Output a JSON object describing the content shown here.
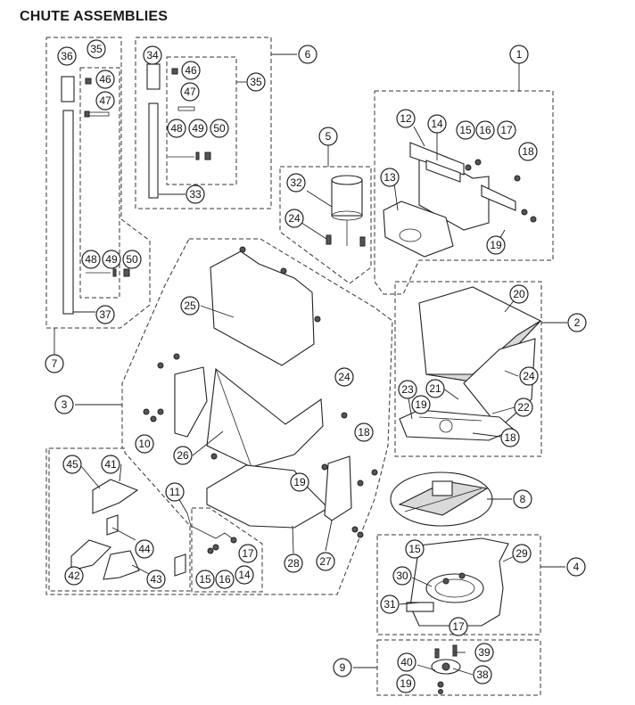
{
  "title": "CHUTE ASSEMBLIES",
  "callouts": {
    "c1": "1",
    "c2": "2",
    "c3": "3",
    "c4": "4",
    "c5": "5",
    "c6": "6",
    "c7": "7",
    "c8": "8",
    "c9": "9",
    "c10": "10",
    "c11": "11",
    "c12": "12",
    "c13": "13",
    "c14a": "14",
    "c14b": "14",
    "c15a": "15",
    "c15b": "15",
    "c15c": "15",
    "c16a": "16",
    "c16b": "16",
    "c17a": "17",
    "c17b": "17",
    "c17c": "17",
    "c18a": "18",
    "c18b": "18",
    "c18c": "18",
    "c19a": "19",
    "c19b": "19",
    "c19c": "19",
    "c19d": "19",
    "c20": "20",
    "c21": "21",
    "c22": "22",
    "c23": "23",
    "c24a": "24",
    "c24b": "24",
    "c24c": "24",
    "c25": "25",
    "c26": "26",
    "c27": "27",
    "c28": "28",
    "c29": "29",
    "c30": "30",
    "c31": "31",
    "c32": "32",
    "c33": "33",
    "c34": "34",
    "c35a": "35",
    "c35b": "35",
    "c36": "36",
    "c37": "37",
    "c38": "38",
    "c39": "39",
    "c40": "40",
    "c41": "41",
    "c42": "42",
    "c43": "43",
    "c44": "44",
    "c45": "45",
    "c46a": "46",
    "c46b": "46",
    "c47a": "47",
    "c47b": "47",
    "c48a": "48",
    "c48b": "48",
    "c49a": "49",
    "c49b": "49",
    "c50a": "50",
    "c50b": "50"
  }
}
